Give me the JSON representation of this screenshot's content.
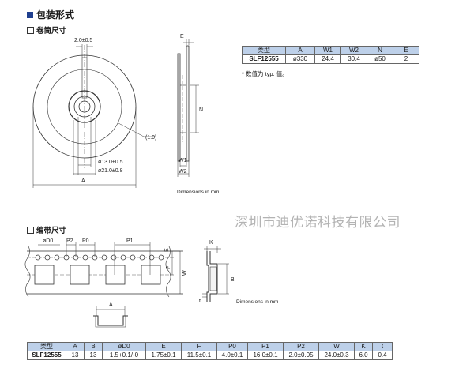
{
  "section_title": "包装形式",
  "reel": {
    "subtitle": "卷筒尺寸",
    "labels": {
      "hub_width": "2.0±0.5",
      "ref": "(1.0)",
      "d13": "ø13.0±0.5",
      "d21": "ø21.0±0.8",
      "A": "A",
      "E": "E",
      "N": "N",
      "W1": "W1",
      "W2": "W2"
    },
    "units": "Dimensions in mm",
    "table": {
      "headers": [
        "类型",
        "A",
        "W1",
        "W2",
        "N",
        "E"
      ],
      "rows": [
        [
          "SLF12555",
          "ø330",
          "24.4",
          "30.4",
          "ø50",
          "2"
        ]
      ]
    },
    "note": "* 数值为 typ. 值。"
  },
  "tape": {
    "subtitle": "编带尺寸",
    "labels": {
      "D0": "øD0",
      "P2": "P2",
      "P0": "P0",
      "P1": "P1",
      "E": "E",
      "F": "F",
      "W": "W",
      "A": "A",
      "K": "K",
      "B": "B",
      "t": "t"
    },
    "units": "Dimensions in mm",
    "table": {
      "headers": [
        "类型",
        "A",
        "B",
        "øD0",
        "E",
        "F",
        "P0",
        "P1",
        "P2",
        "W",
        "K",
        "t"
      ],
      "rows": [
        [
          "SLF12555",
          "13",
          "13",
          "1.5+0.1/-0",
          "1.75±0.1",
          "11.5±0.1",
          "4.0±0.1",
          "16.0±0.1",
          "2.0±0.05",
          "24.0±0.3",
          "6.0",
          "0.4"
        ]
      ]
    }
  },
  "watermark": "深圳市迪优诺科技有限公司"
}
